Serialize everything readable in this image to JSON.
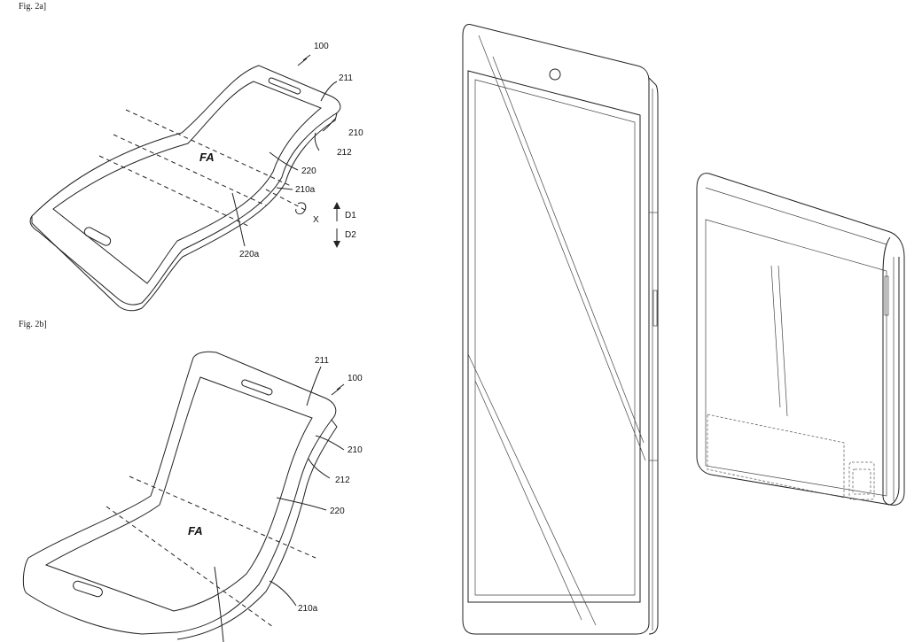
{
  "figures": {
    "fig2a": {
      "caption": "Fig. 2a]",
      "refs": {
        "device": "100",
        "r211": "211",
        "r210": "210",
        "r212": "212",
        "r220": "220",
        "r210a": "210a",
        "rX": "X",
        "rD1": "D1",
        "rD2": "D2",
        "r220a": "220a",
        "fold_area": "FA"
      }
    },
    "fig2b": {
      "caption": "Fig. 2b]",
      "refs": {
        "r211": "211",
        "device": "100",
        "r210": "210",
        "r212": "212",
        "r220": "220",
        "fold_area": "FA",
        "r210a": "210a"
      }
    }
  }
}
